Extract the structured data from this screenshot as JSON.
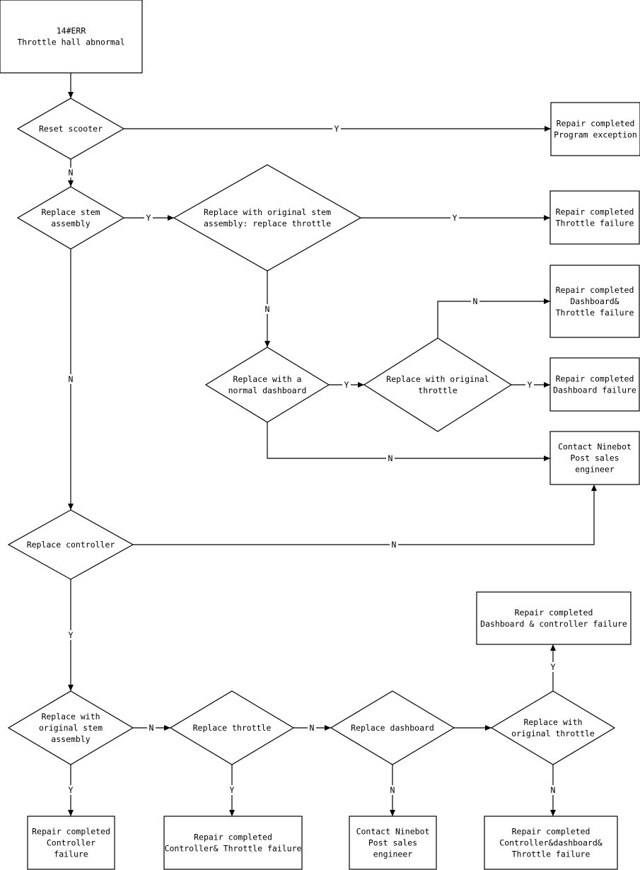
{
  "nodes": {
    "start": {
      "lines": [
        "14#ERR",
        "Throttle hall abnormal"
      ]
    },
    "reset": {
      "lines": [
        "Reset scooter"
      ]
    },
    "done_program": {
      "lines": [
        "Repair completed",
        "Program exception"
      ]
    },
    "replace_stem": {
      "lines": [
        "Replace stem",
        "assembly"
      ]
    },
    "orig_stem_throttle": {
      "lines": [
        "Replace with original stem",
        "assembly: replace throttle"
      ]
    },
    "done_throttle": {
      "lines": [
        "Repair completed",
        "Throttle failure"
      ]
    },
    "done_dash_throttle": {
      "lines": [
        "Repair completed",
        "Dashboard&",
        "Throttle failure"
      ]
    },
    "normal_dash": {
      "lines": [
        "Replace with a",
        "normal dashboard"
      ]
    },
    "orig_throttle_1": {
      "lines": [
        "Replace with original",
        "throttle"
      ]
    },
    "done_dashboard": {
      "lines": [
        "Repair completed",
        "Dashboard failure"
      ]
    },
    "contact_1": {
      "lines": [
        "Contact Ninebot",
        "Post sales",
        "engineer"
      ]
    },
    "replace_controller": {
      "lines": [
        "Replace controller"
      ]
    },
    "done_dash_ctrl": {
      "lines": [
        "Repair completed",
        "Dashboard & controller failure"
      ]
    },
    "orig_stem_2": {
      "lines": [
        "Replace with",
        "original stem",
        "assembly"
      ]
    },
    "replace_throttle": {
      "lines": [
        "Replace throttle"
      ]
    },
    "replace_dashboard": {
      "lines": [
        "Replace dashboard"
      ]
    },
    "orig_throttle_2": {
      "lines": [
        "Replace with",
        "original throttle"
      ]
    },
    "done_controller": {
      "lines": [
        "Repair completed",
        "Controller",
        "failure"
      ]
    },
    "done_ctrl_throttle": {
      "lines": [
        "Repair completed",
        "Controller& Throttle failure"
      ]
    },
    "contact_2": {
      "lines": [
        "Contact Ninebot",
        "Post sales",
        "engineer"
      ]
    },
    "done_ctrl_dash_throttle": {
      "lines": [
        "Repair completed",
        "Controller&dashboard&",
        "Throttle failure"
      ]
    }
  },
  "edges": [
    {
      "from": "start",
      "to": "reset",
      "label": ""
    },
    {
      "from": "reset",
      "to": "done_program",
      "label": "Y"
    },
    {
      "from": "reset",
      "to": "replace_stem",
      "label": "N"
    },
    {
      "from": "replace_stem",
      "to": "orig_stem_throttle",
      "label": "Y"
    },
    {
      "from": "orig_stem_throttle",
      "to": "done_throttle",
      "label": "Y"
    },
    {
      "from": "orig_stem_throttle",
      "to": "normal_dash",
      "label": "N"
    },
    {
      "from": "normal_dash",
      "to": "orig_throttle_1",
      "label": "Y"
    },
    {
      "from": "orig_throttle_1",
      "to": "done_dash_throttle",
      "label": "N"
    },
    {
      "from": "orig_throttle_1",
      "to": "done_dashboard",
      "label": "Y"
    },
    {
      "from": "normal_dash",
      "to": "contact_1",
      "label": "N"
    },
    {
      "from": "replace_stem",
      "to": "replace_controller",
      "label": "N"
    },
    {
      "from": "replace_controller",
      "to": "contact_1",
      "label": "N"
    },
    {
      "from": "replace_controller",
      "to": "orig_stem_2",
      "label": "Y"
    },
    {
      "from": "orig_stem_2",
      "to": "replace_throttle",
      "label": "N"
    },
    {
      "from": "orig_stem_2",
      "to": "done_controller",
      "label": "Y"
    },
    {
      "from": "replace_throttle",
      "to": "replace_dashboard",
      "label": "N"
    },
    {
      "from": "replace_throttle",
      "to": "done_ctrl_throttle",
      "label": "Y"
    },
    {
      "from": "replace_dashboard",
      "to": "orig_throttle_2",
      "label": ""
    },
    {
      "from": "replace_dashboard",
      "to": "contact_2",
      "label": "N"
    },
    {
      "from": "orig_throttle_2",
      "to": "done_dash_ctrl",
      "label": "Y"
    },
    {
      "from": "orig_throttle_2",
      "to": "done_ctrl_dash_throttle",
      "label": "N"
    }
  ]
}
